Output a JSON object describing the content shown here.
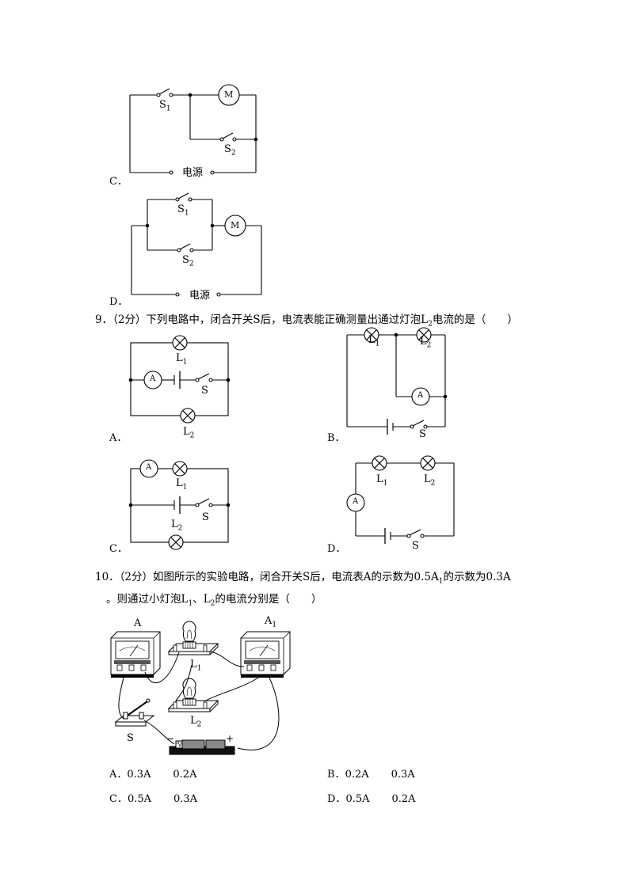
{
  "q8": {
    "options": [
      {
        "letter": "C．",
        "source": "电源",
        "switches": [
          "S1",
          "S2"
        ],
        "motor": "M"
      },
      {
        "letter": "D．",
        "source": "电源",
        "switches": [
          "S1",
          "S2"
        ],
        "motor": "M"
      }
    ]
  },
  "q9": {
    "number": "9．",
    "points": "（2分）",
    "stem_pre": "下列电路中，闭合开关S后，电流表能正确测量出通过灯泡L",
    "stem_sub": "2",
    "stem_post": "电流的是（　　）",
    "ammeter": "A",
    "switch": "S",
    "lamps": [
      "L1",
      "L2"
    ],
    "letters": [
      "A．",
      "B．",
      "C．",
      "D．"
    ]
  },
  "q10": {
    "number": "10．",
    "points": "（2分）",
    "line1": "如图所示的实验电路，闭合开关S后，电流表A的示数为0.5A",
    "line1_sub": "1",
    "line1_post": "的示数为0.3A",
    "line2_pre": "。则通过小灯泡L",
    "line2_sub1": "1",
    "line2_mid": "、L",
    "line2_sub2": "2",
    "line2_post": "的电流分别是（　　）",
    "figure": {
      "meter_a": "A",
      "meter_a1": "A",
      "meter_a1_sub": "1",
      "lamp1": "L1",
      "lamp2": "L2",
      "switch": "S",
      "minus": "−",
      "plus": "+"
    },
    "options": [
      {
        "letter": "A．",
        "v1": "0.3A",
        "v2": "0.2A"
      },
      {
        "letter": "B．",
        "v1": "0.2A",
        "v2": "0.3A"
      },
      {
        "letter": "C．",
        "v1": "0.5A",
        "v2": "0.3A"
      },
      {
        "letter": "D．",
        "v1": "0.5A",
        "v2": "0.2A"
      }
    ]
  }
}
